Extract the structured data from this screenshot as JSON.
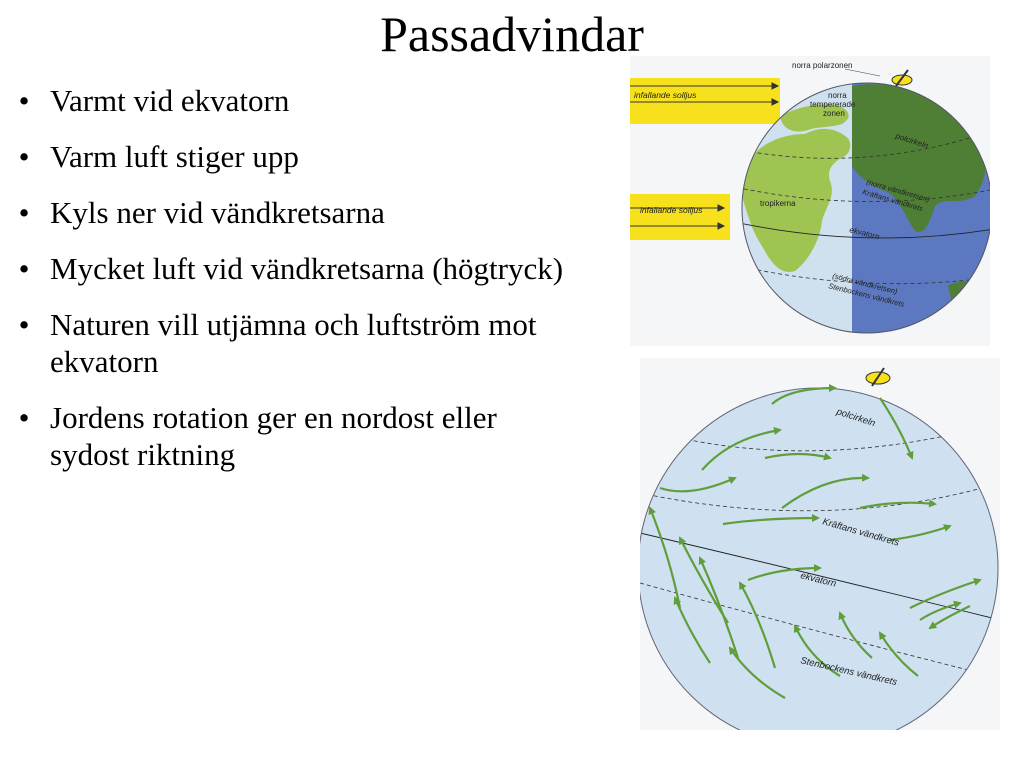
{
  "title": "Passadvindar",
  "bullets": [
    "Varmt vid ekvatorn",
    "Varm luft stiger upp",
    "Kyls ner vid vändkretsarna",
    "Mycket luft vid vändkretsarna (högtryck)",
    "Naturen vill utjämna och luftström mot ekvatorn",
    "Jordens rotation ger en nordost eller sydost riktning"
  ],
  "bullet_symbol": "•",
  "figure_top": {
    "labels": {
      "north_polar_zone": "norra polarzonen",
      "north_temperate": [
        "norra",
        "tempererade",
        "zonen"
      ],
      "sunlight_1": "infallande solljus",
      "sunlight_2": "infallande solljus",
      "polar_circle": "polcirkeln",
      "tropics": "tropikerna",
      "tropic_north": [
        "(norra vändkretsen)",
        "Kräftans vändkrets"
      ],
      "equator": "ekvatorn",
      "tropic_south": [
        "(södra vändkretsen)",
        "Stenbockens vändkrets"
      ]
    },
    "colors": {
      "ocean_light": "#cfe0ee",
      "ocean_dark": "#5b78c0",
      "land_light": "#9fc451",
      "land_dark": "#4f7f35",
      "sun": "#f7e01c"
    }
  },
  "figure_bottom": {
    "labels": {
      "polar_circle": "polcirkeln",
      "tropic_north": "Kräftans vändkrets",
      "equator": "ekvatorn",
      "tropic_south": "Stenbockens vändkrets"
    },
    "colors": {
      "globe": "#cfe0f0",
      "arrow": "#5f9e3a"
    }
  }
}
